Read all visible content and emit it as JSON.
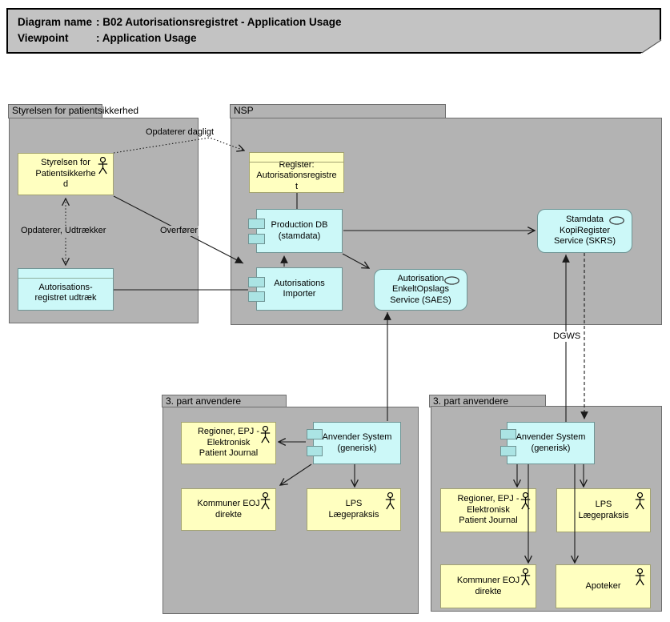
{
  "title": {
    "rows": [
      {
        "label": "Diagram name",
        "value": ": B02 Autorisationsregistret - Application Usage"
      },
      {
        "label": "Viewpoint",
        "value": ": Application Usage"
      }
    ]
  },
  "groups": {
    "styrelsen": {
      "label": "Styrelsen for patientsikkerhed"
    },
    "nsp": {
      "label": "NSP"
    },
    "third_party_left": {
      "label": "3. part anvendere"
    },
    "third_party_right": {
      "label": "3. part anvendere"
    }
  },
  "nodes": {
    "styrelsen_actor": {
      "label": "Styrelsen for\nPatientsikkerhe\nd"
    },
    "udtraek": {
      "label": "Autorisations-\nregistret udtræk"
    },
    "register": {
      "label": "Register:\nAutorisationsregistre\nt"
    },
    "production_db": {
      "label": "Production DB\n(stamdata)"
    },
    "importer": {
      "label": "Autorisations\nImporter"
    },
    "saes": {
      "label": "Autorisation\nEnkeltOpslags\nService (SAES)"
    },
    "skrs": {
      "label": "Stamdata\nKopiRegister\nService (SKRS)"
    },
    "anvender_left": {
      "label": "Anvender System\n(generisk)"
    },
    "regioner_left": {
      "label": "Regioner, EPJ -\nElektronisk\nPatient Journal"
    },
    "kommuner_left": {
      "label": "Kommuner EOJ\ndirekte"
    },
    "lps_left": {
      "label": "LPS\nLægepraksis"
    },
    "anvender_right": {
      "label": "Anvender System\n(generisk)"
    },
    "regioner_right": {
      "label": "Regioner, EPJ -\nElektronisk\nPatient Journal"
    },
    "lps_right": {
      "label": "LPS\nLægepraksis"
    },
    "kommuner_right": {
      "label": "Kommuner EOJ\ndirekte"
    },
    "apoteker": {
      "label": "Apoteker"
    }
  },
  "connector_labels": {
    "opdaterer_dagligt": "Opdaterer dagligt",
    "opdaterer_udtraekker": "Opdaterer, Udtrækker",
    "overfoerer": "Overfører",
    "dgws": "DGWS"
  },
  "colors": {
    "group_fill": "#b3b3b3",
    "title_fill": "#c3c3c3",
    "node_yellow": "#ffffc0",
    "node_cyan": "#ccf8f8",
    "component_tab_cyan": "#abe4e4",
    "line": "#1a1a1a"
  }
}
